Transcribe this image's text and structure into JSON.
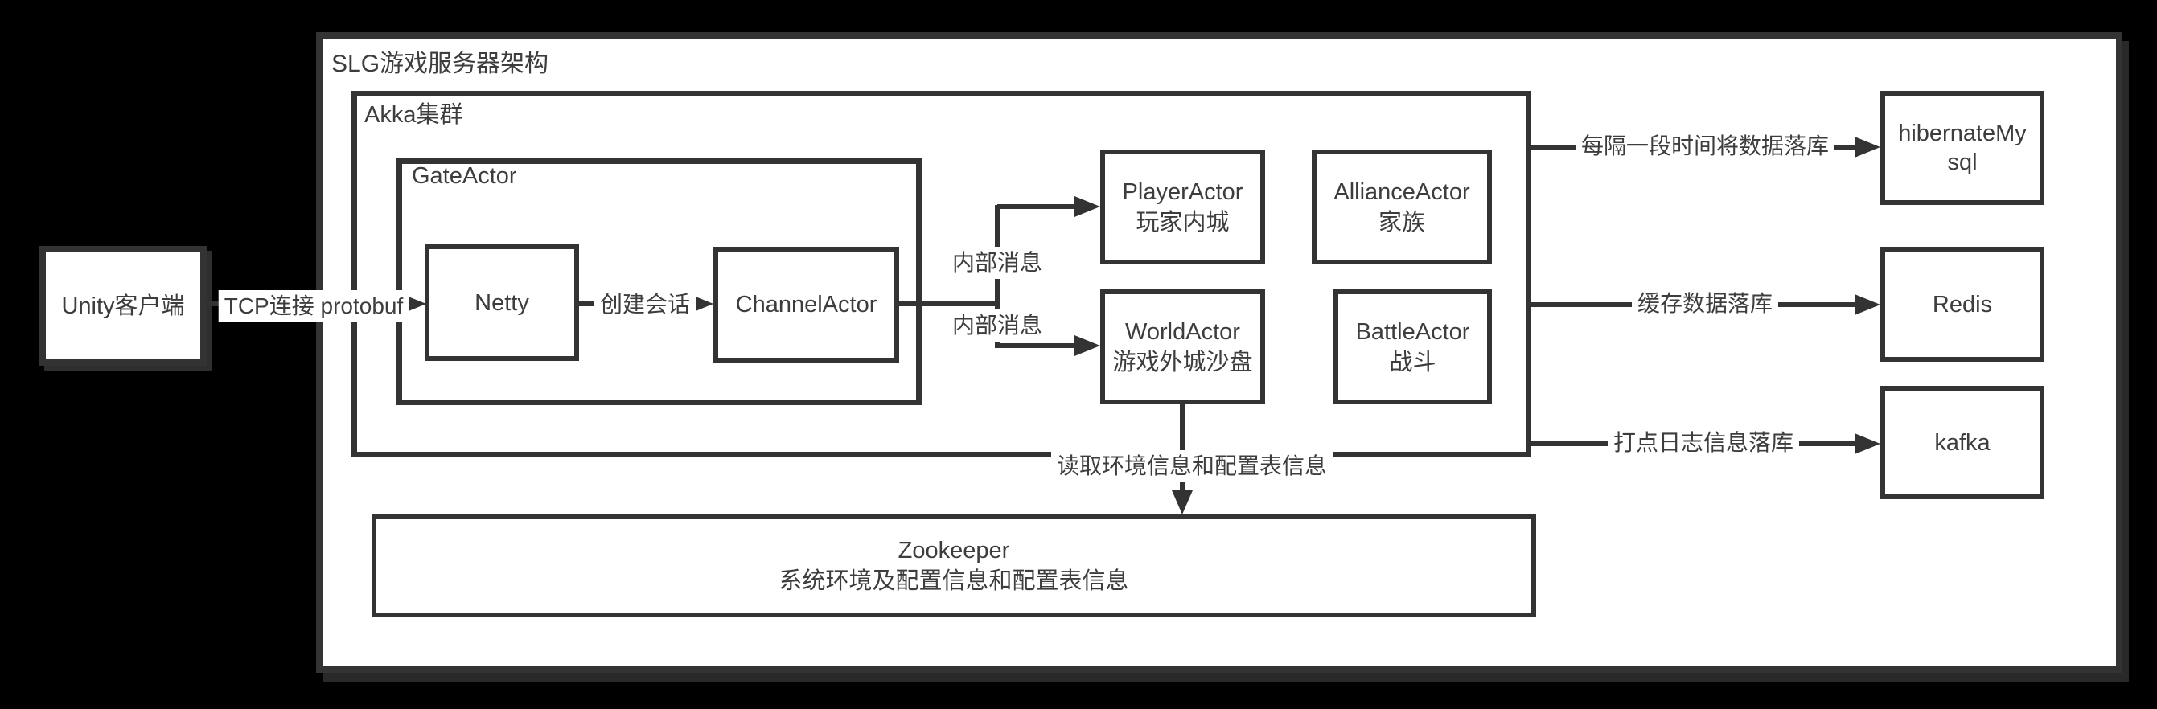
{
  "title": "SLG游戏服务器架构",
  "groups": {
    "akka": "Akka集群",
    "gate": "GateActor"
  },
  "nodes": {
    "unity": {
      "label": "Unity客户端"
    },
    "netty": {
      "label": "Netty"
    },
    "channel": {
      "label": "ChannelActor"
    },
    "player": {
      "line1": "PlayerActor",
      "line2": "玩家内城"
    },
    "alliance": {
      "line1": "AllianceActor",
      "line2": "家族"
    },
    "world": {
      "line1": "WorldActor",
      "line2": "游戏外城沙盘"
    },
    "battle": {
      "line1": "BattleActor",
      "line2": "战斗"
    },
    "zookeeper": {
      "line1": "Zookeeper",
      "line2": "系统环境及配置信息和配置表信息"
    },
    "hibernate": {
      "line1": "hibernateMy",
      "line2": "sql"
    },
    "redis": {
      "label": "Redis"
    },
    "kafka": {
      "label": "kafka"
    }
  },
  "edges": {
    "tcp": "TCP连接 protobuf",
    "create_session": "创建会话",
    "internal_msg_top": "内部消息",
    "internal_msg_bottom": "内部消息",
    "read_config": "读取环境信息和配置表信息",
    "persist_db": "每隔一段时间将数据落库",
    "cache_db": "缓存数据落库",
    "log_db": "打点日志信息落库"
  },
  "colors": {
    "background": "#000000",
    "surface": "#ffffff",
    "line": "#333333",
    "text": "#3d3d3d"
  }
}
